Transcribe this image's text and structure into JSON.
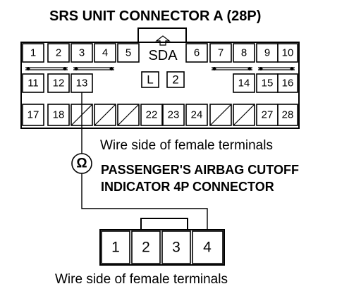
{
  "title": "SRS UNIT CONNECTOR A (28P)",
  "connector_a": {
    "row1": [
      "1",
      "2",
      "3",
      "4",
      "5",
      "6",
      "7",
      "8",
      "9",
      "10"
    ],
    "row2": [
      "11",
      "12",
      "13",
      "14",
      "15",
      "16"
    ],
    "row3": [
      "17",
      "18",
      "22",
      "23",
      "24",
      "27",
      "28"
    ],
    "sda_label": "SDA",
    "sda_box_left": "L",
    "sda_box_right": "2"
  },
  "wire_side_note_1": "Wire side of female terminals",
  "ohmmeter_symbol": "Ω",
  "connector_4p_label_line1": "PASSENGER'S AIRBAG CUTOFF",
  "connector_4p_label_line2": "INDICATOR 4P CONNECTOR",
  "connector_4p": {
    "pins": [
      "1",
      "2",
      "3",
      "4"
    ]
  },
  "wire_side_note_2": "Wire side of female terminals"
}
